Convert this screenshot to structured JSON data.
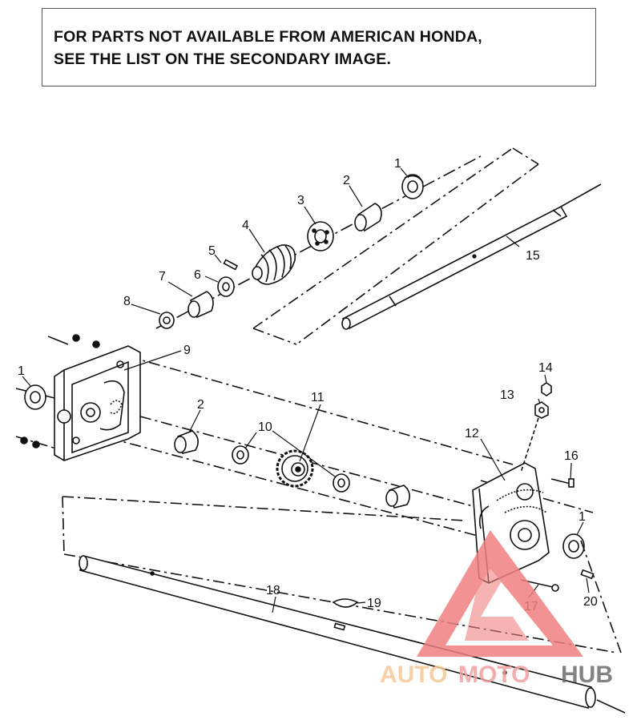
{
  "notice": {
    "line1": "FOR PARTS NOT AVAILABLE FROM AMERICAN HONDA,",
    "line2": "SEE THE LIST ON THE SECONDARY IMAGE."
  },
  "callouts": {
    "p1a": "1",
    "p2a": "2",
    "p3": "3",
    "p4": "4",
    "p5": "5",
    "p6": "6",
    "p7": "7",
    "p8": "8",
    "p9": "9",
    "p1b": "1",
    "p2b": "2",
    "p10": "10",
    "p11": "11",
    "p12": "12",
    "p13": "13",
    "p14": "14",
    "p15": "15",
    "p16": "16",
    "p1c": "1",
    "p17": "17",
    "p18": "18",
    "p19": "19",
    "p20": "20"
  },
  "watermark": {
    "part1": "AUTO",
    "part2": "MOTO",
    "part3": "HUB",
    "color_light": "#f6c89a",
    "color_mid": "#f0a0a0",
    "color_dark": "#6e6e6e",
    "triangle_color": "#f08080"
  }
}
